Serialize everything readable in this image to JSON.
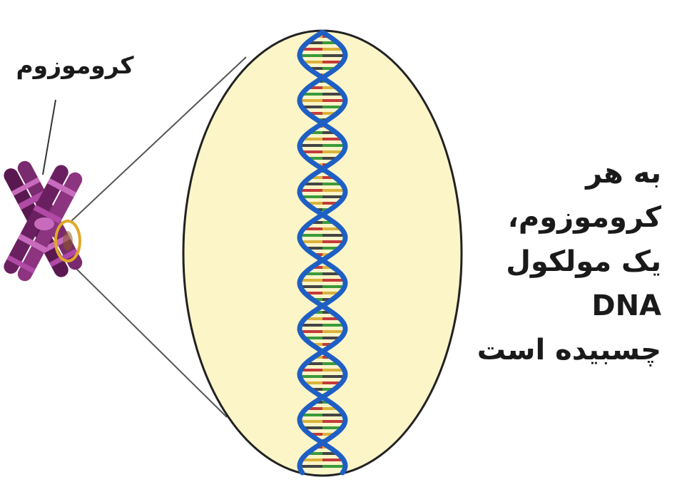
{
  "labels": {
    "chromosome": "کروموزوم",
    "caption_lines": [
      "به هر کروموزوم،",
      "یک مولکول DNA",
      "چسبیده است"
    ]
  },
  "colors": {
    "background": "#ffffff",
    "zoom_circle_fill": "#fbf5c8",
    "zoom_circle_stroke": "#222222",
    "dna_backbone": "#1e5fc4",
    "chromosome_dark": "#5a1850",
    "chromosome_light": "#b04aa6",
    "highlight_ring": "#e0a82a",
    "base_colors": [
      "#c43a3a",
      "#3a9a3a",
      "#d9b23a",
      "#444444"
    ]
  }
}
